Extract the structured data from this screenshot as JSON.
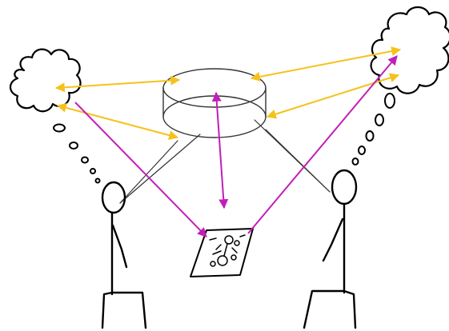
{
  "diagram": {
    "colors": {
      "ink": "#000000",
      "yellow_arrow": "#f5c21b",
      "magenta_arrow": "#c11fb8",
      "paper": "#ffffff"
    },
    "elements": {
      "left_person": "stick-figure",
      "right_person": "stick-figure",
      "left_thought": "thought-cloud",
      "right_thought": "thought-cloud",
      "shared_space": "ring",
      "shared_document": "sketch-sheet"
    }
  }
}
